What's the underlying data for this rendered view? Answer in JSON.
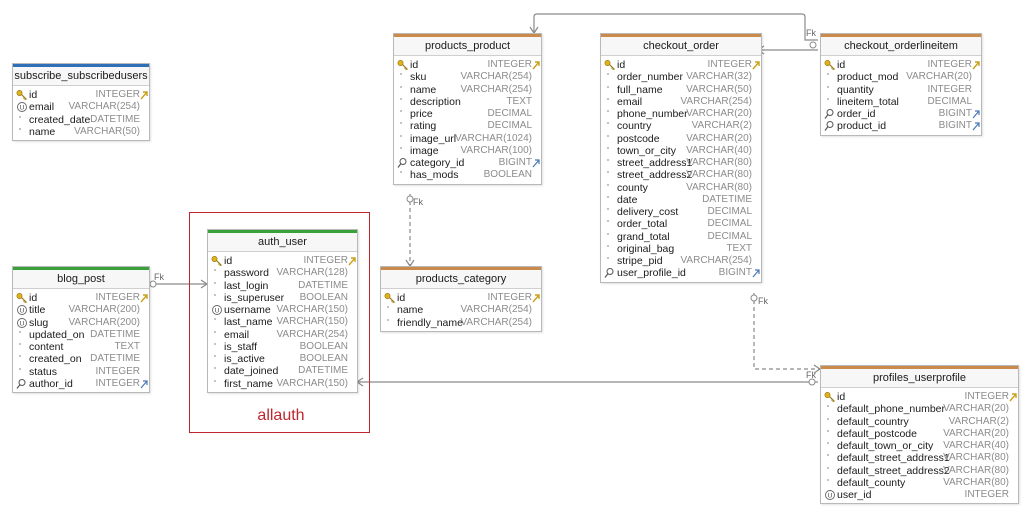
{
  "diagram": {
    "annotation": "allauth",
    "fk_label": "Fk",
    "tables": [
      {
        "id": "subscribe_subscribedusers",
        "title": "subscribe_subscribedusers",
        "accent": "#2f6fb8",
        "columns": [
          {
            "name": "id",
            "type": "INTEGER",
            "icon": "pk"
          },
          {
            "name": "email",
            "type": "VARCHAR(254)",
            "icon": "unique"
          },
          {
            "name": "created_date",
            "type": "DATETIME",
            "icon": "dot"
          },
          {
            "name": "name",
            "type": "VARCHAR(50)",
            "icon": "dot"
          }
        ]
      },
      {
        "id": "blog_post",
        "title": "blog_post",
        "accent": "#3aa03a",
        "columns": [
          {
            "name": "id",
            "type": "INTEGER",
            "icon": "pk"
          },
          {
            "name": "title",
            "type": "VARCHAR(200)",
            "icon": "unique"
          },
          {
            "name": "slug",
            "type": "VARCHAR(200)",
            "icon": "unique"
          },
          {
            "name": "updated_on",
            "type": "DATETIME",
            "icon": "dot"
          },
          {
            "name": "content",
            "type": "TEXT",
            "icon": "dot"
          },
          {
            "name": "created_on",
            "type": "DATETIME",
            "icon": "dot"
          },
          {
            "name": "status",
            "type": "INTEGER",
            "icon": "dot"
          },
          {
            "name": "author_id",
            "type": "INTEGER",
            "icon": "fk"
          }
        ]
      },
      {
        "id": "auth_user",
        "title": "auth_user",
        "accent": "#3aa03a",
        "columns": [
          {
            "name": "id",
            "type": "INTEGER",
            "icon": "pk"
          },
          {
            "name": "password",
            "type": "VARCHAR(128)",
            "icon": "dot"
          },
          {
            "name": "last_login",
            "type": "DATETIME",
            "icon": "dot"
          },
          {
            "name": "is_superuser",
            "type": "BOOLEAN",
            "icon": "dot"
          },
          {
            "name": "username",
            "type": "VARCHAR(150)",
            "icon": "unique"
          },
          {
            "name": "last_name",
            "type": "VARCHAR(150)",
            "icon": "dot"
          },
          {
            "name": "email",
            "type": "VARCHAR(254)",
            "icon": "dot"
          },
          {
            "name": "is_staff",
            "type": "BOOLEAN",
            "icon": "dot"
          },
          {
            "name": "is_active",
            "type": "BOOLEAN",
            "icon": "dot"
          },
          {
            "name": "date_joined",
            "type": "DATETIME",
            "icon": "dot"
          },
          {
            "name": "first_name",
            "type": "VARCHAR(150)",
            "icon": "dot"
          }
        ]
      },
      {
        "id": "products_product",
        "title": "products_product",
        "accent": "#c98a4b",
        "columns": [
          {
            "name": "id",
            "type": "INTEGER",
            "icon": "pk"
          },
          {
            "name": "sku",
            "type": "VARCHAR(254)",
            "icon": "dot"
          },
          {
            "name": "name",
            "type": "VARCHAR(254)",
            "icon": "dot"
          },
          {
            "name": "description",
            "type": "TEXT",
            "icon": "dot"
          },
          {
            "name": "price",
            "type": "DECIMAL",
            "icon": "dot"
          },
          {
            "name": "rating",
            "type": "DECIMAL",
            "icon": "dot"
          },
          {
            "name": "image_url",
            "type": "VARCHAR(1024)",
            "icon": "dot"
          },
          {
            "name": "image",
            "type": "VARCHAR(100)",
            "icon": "dot"
          },
          {
            "name": "category_id",
            "type": "BIGINT",
            "icon": "fk"
          },
          {
            "name": "has_mods",
            "type": "BOOLEAN",
            "icon": "dot"
          }
        ]
      },
      {
        "id": "products_category",
        "title": "products_category",
        "accent": "#c98a4b",
        "columns": [
          {
            "name": "id",
            "type": "INTEGER",
            "icon": "pk"
          },
          {
            "name": "name",
            "type": "VARCHAR(254)",
            "icon": "dot"
          },
          {
            "name": "friendly_name",
            "type": "VARCHAR(254)",
            "icon": "dot"
          }
        ]
      },
      {
        "id": "checkout_order",
        "title": "checkout_order",
        "accent": "#c98a4b",
        "columns": [
          {
            "name": "id",
            "type": "INTEGER",
            "icon": "pk"
          },
          {
            "name": "order_number",
            "type": "VARCHAR(32)",
            "icon": "dot"
          },
          {
            "name": "full_name",
            "type": "VARCHAR(50)",
            "icon": "dot"
          },
          {
            "name": "email",
            "type": "VARCHAR(254)",
            "icon": "dot"
          },
          {
            "name": "phone_number",
            "type": "VARCHAR(20)",
            "icon": "dot"
          },
          {
            "name": "country",
            "type": "VARCHAR(2)",
            "icon": "dot"
          },
          {
            "name": "postcode",
            "type": "VARCHAR(20)",
            "icon": "dot"
          },
          {
            "name": "town_or_city",
            "type": "VARCHAR(40)",
            "icon": "dot"
          },
          {
            "name": "street_address1",
            "type": "VARCHAR(80)",
            "icon": "dot"
          },
          {
            "name": "street_address2",
            "type": "VARCHAR(80)",
            "icon": "dot"
          },
          {
            "name": "county",
            "type": "VARCHAR(80)",
            "icon": "dot"
          },
          {
            "name": "date",
            "type": "DATETIME",
            "icon": "dot"
          },
          {
            "name": "delivery_cost",
            "type": "DECIMAL",
            "icon": "dot"
          },
          {
            "name": "order_total",
            "type": "DECIMAL",
            "icon": "dot"
          },
          {
            "name": "grand_total",
            "type": "DECIMAL",
            "icon": "dot"
          },
          {
            "name": "original_bag",
            "type": "TEXT",
            "icon": "dot"
          },
          {
            "name": "stripe_pid",
            "type": "VARCHAR(254)",
            "icon": "dot"
          },
          {
            "name": "user_profile_id",
            "type": "BIGINT",
            "icon": "fk"
          }
        ]
      },
      {
        "id": "checkout_orderlineitem",
        "title": "checkout_orderlineitem",
        "accent": "#c98a4b",
        "columns": [
          {
            "name": "id",
            "type": "INTEGER",
            "icon": "pk"
          },
          {
            "name": "product_mod",
            "type": "VARCHAR(20)",
            "icon": "dot"
          },
          {
            "name": "quantity",
            "type": "INTEGER",
            "icon": "dot"
          },
          {
            "name": "lineitem_total",
            "type": "DECIMAL",
            "icon": "dot"
          },
          {
            "name": "order_id",
            "type": "BIGINT",
            "icon": "fk"
          },
          {
            "name": "product_id",
            "type": "BIGINT",
            "icon": "fk"
          }
        ]
      },
      {
        "id": "profiles_userprofile",
        "title": "profiles_userprofile",
        "accent": "#c98a4b",
        "columns": [
          {
            "name": "id",
            "type": "INTEGER",
            "icon": "pk"
          },
          {
            "name": "default_phone_number",
            "type": "VARCHAR(20)",
            "icon": "dot"
          },
          {
            "name": "default_country",
            "type": "VARCHAR(2)",
            "icon": "dot"
          },
          {
            "name": "default_postcode",
            "type": "VARCHAR(20)",
            "icon": "dot"
          },
          {
            "name": "default_town_or_city",
            "type": "VARCHAR(40)",
            "icon": "dot"
          },
          {
            "name": "default_street_address1",
            "type": "VARCHAR(80)",
            "icon": "dot"
          },
          {
            "name": "default_street_address2",
            "type": "VARCHAR(80)",
            "icon": "dot"
          },
          {
            "name": "default_county",
            "type": "VARCHAR(80)",
            "icon": "dot"
          },
          {
            "name": "user_id",
            "type": "INTEGER",
            "icon": "unique"
          }
        ]
      }
    ]
  }
}
